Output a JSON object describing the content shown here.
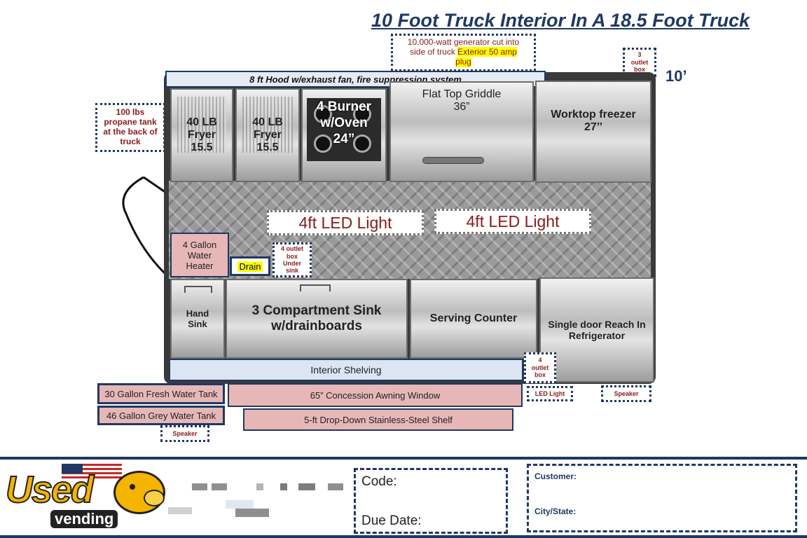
{
  "title": "10 Foot Truck Interior In A 18.5 Foot Truck",
  "dimension_label": "10’",
  "hood": "8 ft Hood w/exhaust fan, fire suppression  system",
  "generator": {
    "line1": "10,000-watt generator cut into",
    "line2a": "side of truck ",
    "line2b": "Exterior 50 amp",
    "line3": "plug"
  },
  "outlet_top": [
    "3",
    "outlet",
    "box"
  ],
  "propane": [
    "100 lbs",
    "propane tank",
    "at the back of",
    "truck"
  ],
  "fryer1": [
    "40 LB",
    "Fryer",
    "15.5"
  ],
  "fryer2": [
    "40 LB",
    "Fryer",
    "15.5"
  ],
  "burner": [
    "4 Burner",
    "w/Oven",
    "24”"
  ],
  "griddle": [
    "Flat Top Griddle",
    "36”"
  ],
  "freezer": [
    "Worktop freezer",
    "27’’"
  ],
  "led1": "4ft LED Light",
  "led2": "4ft LED Light",
  "water_heater": [
    "4 Gallon",
    "Water",
    "Heater"
  ],
  "drain": "Drain",
  "outlet_sink": [
    "4 outlet",
    "box",
    "Under",
    "sink"
  ],
  "hand_sink": [
    "Hand",
    "Sink"
  ],
  "compartment_sink": [
    "3 Compartment Sink",
    "w/drainboards"
  ],
  "serving_counter": "Serving Counter",
  "refrigerator": [
    "Single door Reach In",
    "Refrigerator"
  ],
  "interior_shelving": "Interior Shelving",
  "outlet_front": [
    "4",
    "outlet",
    "box"
  ],
  "fresh_tank": "30 Gallon Fresh Water Tank",
  "grey_tank": "46 Gallon Grey Water Tank",
  "awning_window": "65” Concession Awning Window",
  "led_light_small": "LED Light",
  "speaker_right": "Speaker",
  "shelf": "5-ft Drop-Down Stainless-Steel Shelf",
  "speaker_left": "Speaker",
  "footer": {
    "logo_top": "Used",
    "logo_bottom": "vending",
    "code_label": "Code:",
    "due_label": "Due Date:",
    "customer_label": "Customer:",
    "city_label": "City/State:"
  }
}
